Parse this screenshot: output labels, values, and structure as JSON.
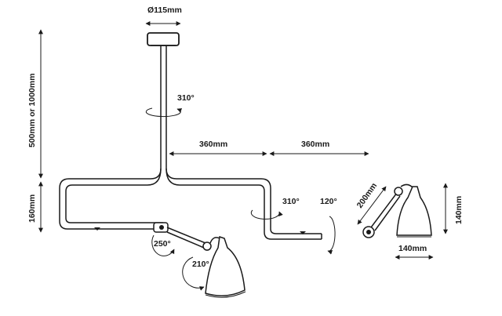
{
  "dimensions": {
    "canopy_diameter": "Ø115mm",
    "drop_length": "500mm or 1000mm",
    "arm_drop": "160mm",
    "arm_left": "360mm",
    "arm_right": "360mm",
    "shade_width": "140mm",
    "shade_height": "140mm",
    "small_arm": "200mm"
  },
  "rotations": {
    "stem": "310°",
    "right_joint": "310°",
    "right_tilt": "120°",
    "left_joint": "250°",
    "left_shade": "210°"
  },
  "colors": {
    "line": "#1a1a1a",
    "background": "#ffffff"
  }
}
